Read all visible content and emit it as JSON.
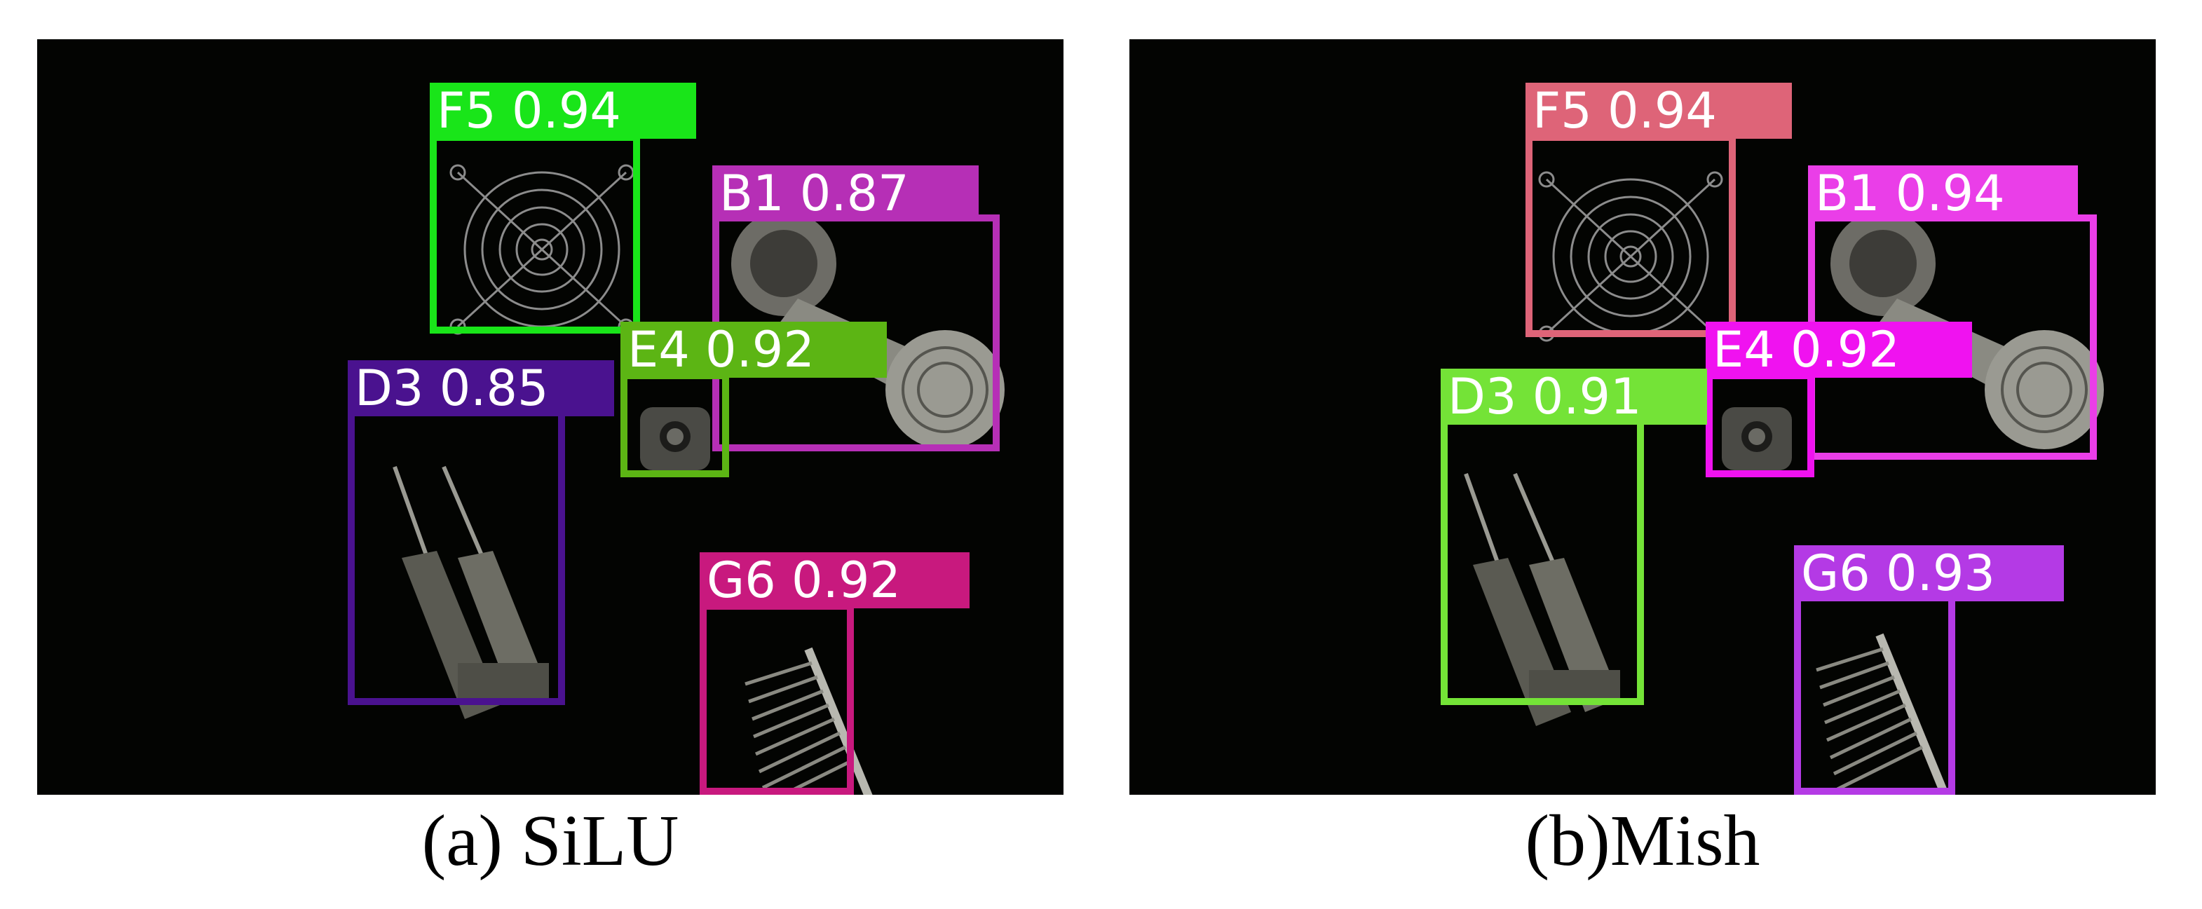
{
  "panels": [
    {
      "caption": "(a) SiLU",
      "detections": [
        {
          "label": "F5",
          "score": "0.94",
          "text": "F5 0.94",
          "color": "#19e519"
        },
        {
          "label": "B1",
          "score": "0.87",
          "text": "B1 0.87",
          "color": "#b62fb6"
        },
        {
          "label": "E4",
          "score": "0.92",
          "text": "E4 0.92",
          "color": "#5cb514"
        },
        {
          "label": "D3",
          "score": "0.85",
          "text": "D3 0.85",
          "color": "#4a128f"
        },
        {
          "label": "G6",
          "score": "0.92",
          "text": "G6 0.92",
          "color": "#c8197e"
        }
      ]
    },
    {
      "caption": "(b)Mish",
      "detections": [
        {
          "label": "F5",
          "score": "0.94",
          "text": "F5 0.94",
          "color": "#de6478"
        },
        {
          "label": "B1",
          "score": "0.94",
          "text": "B1 0.94",
          "color": "#ea3ee8"
        },
        {
          "label": "E4",
          "score": "0.92",
          "text": "E4 0.92",
          "color": "#f012f0"
        },
        {
          "label": "D3",
          "score": "0.91",
          "text": "D3 0.91",
          "color": "#74e337"
        },
        {
          "label": "G6",
          "score": "0.93",
          "text": "G6 0.93",
          "color": "#b43ae5"
        }
      ]
    }
  ]
}
